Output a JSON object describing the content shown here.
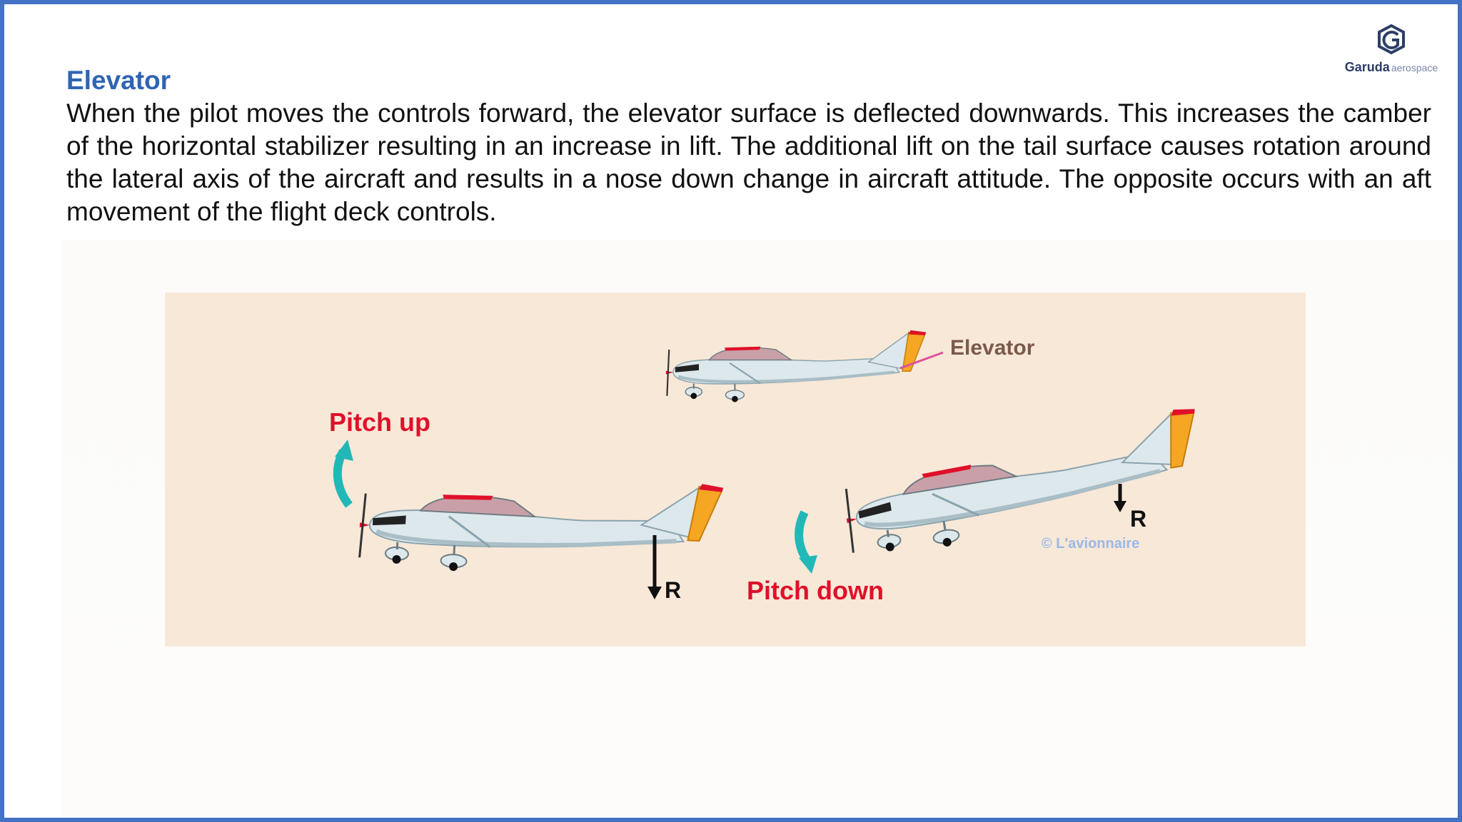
{
  "slide": {
    "title": "Elevator",
    "body": "When the pilot moves the controls forward, the elevator surface is deflected downwards. This increases the camber of the horizontal stabilizer resulting in an increase in lift. The additional lift on the tail surface causes rotation around the lateral axis of the aircraft and results in a nose down change in aircraft attitude. The opposite occurs with an aft movement of the flight deck controls."
  },
  "logo": {
    "name": "Garuda",
    "sub": "aerospace"
  },
  "figure": {
    "elevator_label": "Elevator",
    "pitch_up_label": "Pitch up",
    "pitch_down_label": "Pitch down",
    "force_label": "R",
    "copyright": "© L'avionnaire",
    "colors": {
      "background": "#f8e8d8",
      "pitch_text": "#e0102a",
      "rotation_arrow": "#22b8b8",
      "elevator_surface": "#f5a623",
      "pointer_line": "#e0509a",
      "fuselage": "#dce8ec",
      "accent": "#e0102a"
    }
  }
}
